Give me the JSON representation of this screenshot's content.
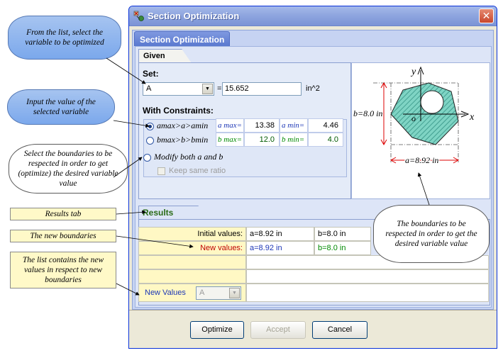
{
  "window": {
    "title": "Section Optimization",
    "close_glyph": "✕"
  },
  "main_tab": {
    "label": "Section Optimization"
  },
  "given": {
    "tab_label": "Given",
    "set_label": "Set:",
    "variable_selected": "A",
    "equals": "=",
    "value": "15.652",
    "unit": "in^2",
    "constraints_label": "With Constraints:",
    "options": [
      {
        "label": "amax>a>amin",
        "checked": true
      },
      {
        "label": "bmax>b>bmin",
        "checked": false
      },
      {
        "label": "Modify both a and b",
        "checked": false
      }
    ],
    "a_max_label": "a max=",
    "a_max_value": "13.38",
    "a_min_label": "a min=",
    "a_min_value": "4.46",
    "b_max_label": "b max=",
    "b_max_value": "12.0",
    "b_min_label": "b min=",
    "b_min_value": "4.0",
    "keep_ratio_label": "Keep same ratio"
  },
  "figure": {
    "y_label": "y",
    "x_label": "x",
    "origin_label": "o",
    "b_dim": "b=8.0 in",
    "a_dim": "a=8.92 in"
  },
  "results": {
    "tab_label": "Results",
    "initial_label": "Initial values:",
    "initial_a": "a=8.92 in",
    "initial_b": "b=8.0 in",
    "new_label": "New values:",
    "new_a": "a=8.92 in",
    "new_b": "b=8.0 in",
    "new_values_dropdown_label": "New Values",
    "new_values_selected": "A"
  },
  "buttons": {
    "optimize": "Optimize",
    "accept": "Accept",
    "cancel": "Cancel"
  },
  "callouts": {
    "select_variable": "From the list, select the variable to be optimized",
    "input_value": "Input the value of the selected variable",
    "select_boundaries": "Select the boundaries to be respected in order to get (optimize) the desired variable value",
    "results_tab": "Results tab",
    "new_boundaries": "The new boundaries",
    "list_contains": "The list contains the new values in respect to new boundaries",
    "boundaries_respected": "The boundaries to be respected in order to get the desired variable value"
  },
  "colors": {
    "accent_blue": "#1d37b6",
    "new_values_red": "#c00000",
    "green": "#008a00",
    "callout_yellow": "#fff9c8"
  }
}
